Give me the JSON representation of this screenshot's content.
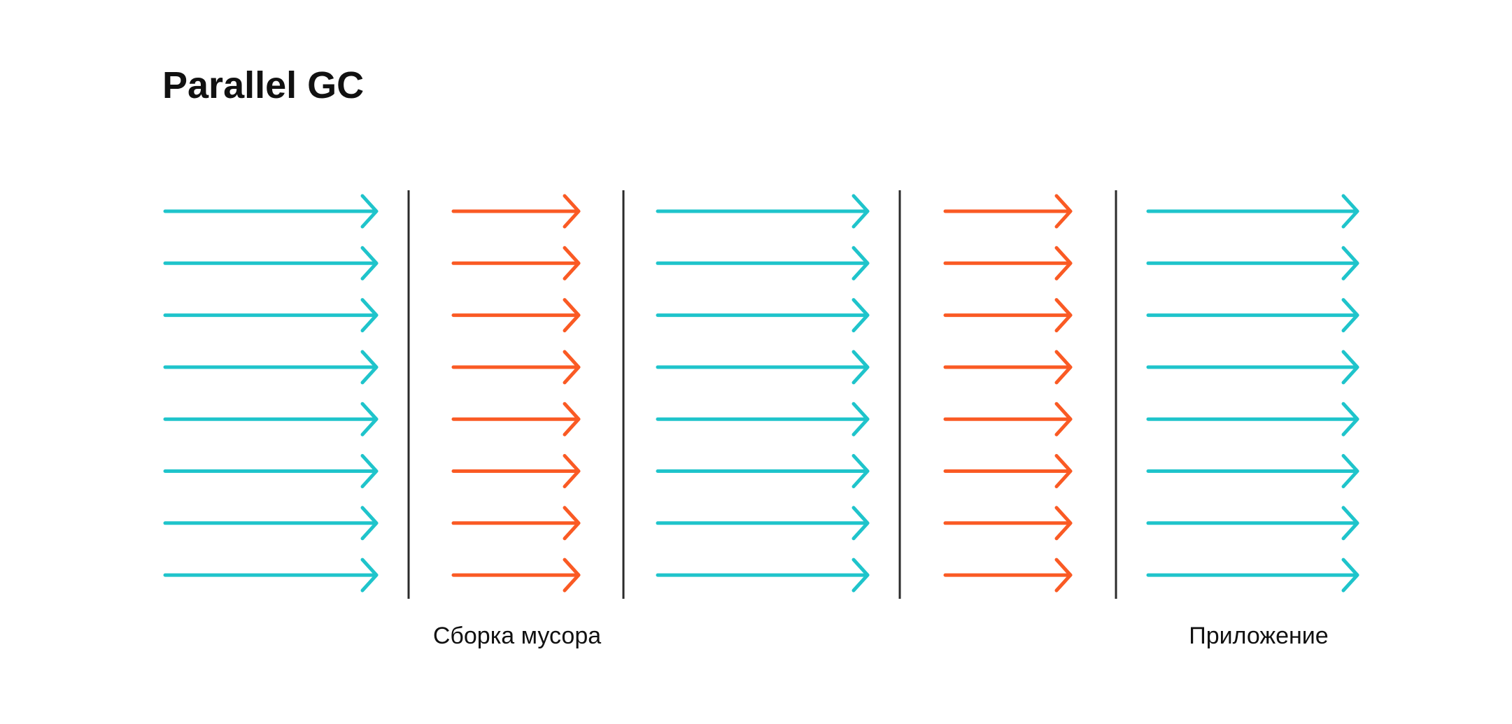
{
  "title": "Parallel GC",
  "colors": {
    "application": "#1FC4CB",
    "garbage_collection": "#FA5A24",
    "divider": "#2B2B2B",
    "text": "#111111"
  },
  "threads_per_phase": 8,
  "phases": [
    {
      "kind": "application"
    },
    {
      "kind": "garbage_collection"
    },
    {
      "kind": "application"
    },
    {
      "kind": "garbage_collection"
    },
    {
      "kind": "application"
    }
  ],
  "labels": {
    "garbage_collection": "Сборка мусора",
    "application": "Приложение"
  }
}
